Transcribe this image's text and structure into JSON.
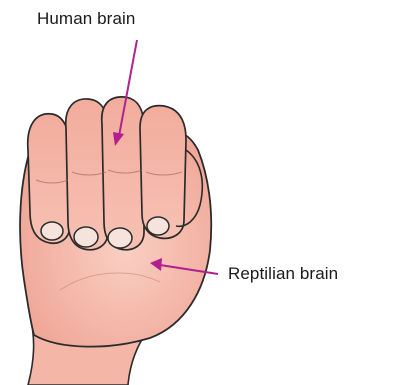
{
  "labels": {
    "top": "Human brain",
    "right": "Reptilian brain"
  },
  "colors": {
    "skin": "#f4b6a6",
    "skin_shadow": "#e89b8b",
    "skin_highlight": "#f9cfc3",
    "outline": "#2b2b2b",
    "nail": "#f6e4dc",
    "arrow": "#b0208f"
  },
  "icons": {
    "figure": "fist-hand-illustration"
  }
}
